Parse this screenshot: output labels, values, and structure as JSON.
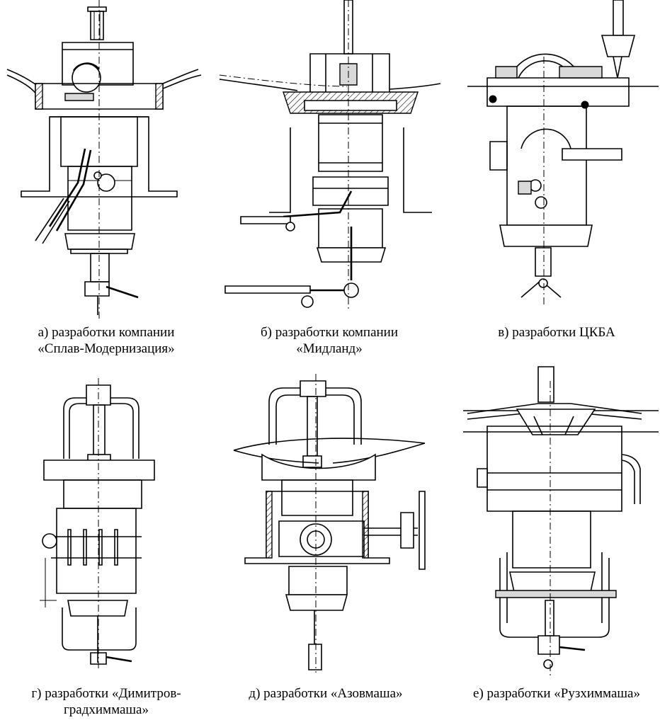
{
  "figures": [
    {
      "id": "a",
      "caption_lines": [
        "а) разработки компании",
        "«Сплав-Модернизация»"
      ]
    },
    {
      "id": "b",
      "caption_lines": [
        "б) разработки компании",
        "«Мидланд»"
      ]
    },
    {
      "id": "v",
      "caption_lines": [
        "в) разработки ЦКБА"
      ]
    },
    {
      "id": "g",
      "caption_lines": [
        "г) разработки «Димитров-",
        "градхиммаша»"
      ]
    },
    {
      "id": "d",
      "caption_lines": [
        "д) разработки «Азовмаша»"
      ]
    },
    {
      "id": "e",
      "caption_lines": [
        "е) разработки «Рузхиммаша»"
      ]
    }
  ]
}
